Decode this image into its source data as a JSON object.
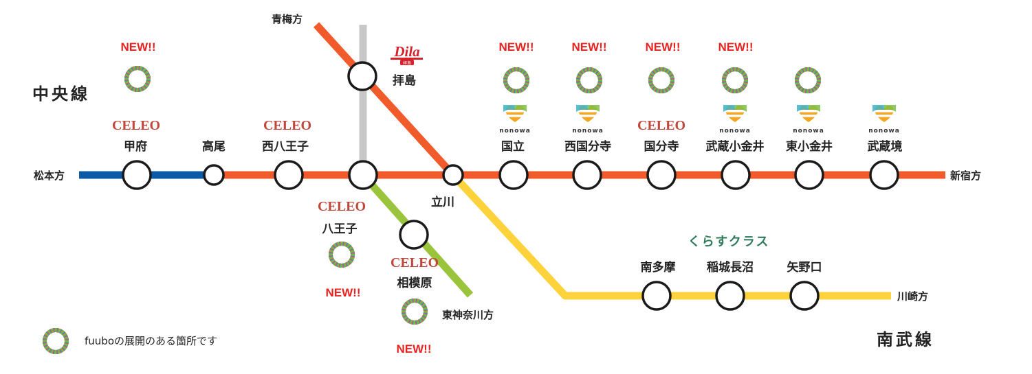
{
  "lines": {
    "chuo_name": "中央線",
    "nambu_name": "南武線"
  },
  "directions": {
    "matsumoto": "松本方",
    "shinjuku": "新宿方",
    "ome": "青梅方",
    "higashikanagawa": "東神奈川方",
    "kawasaki": "川崎方"
  },
  "stations": {
    "kofu": "甲府",
    "takao": "高尾",
    "nishihachioji": "西八王子",
    "hachioji": "八王子",
    "haijima": "拝島",
    "sagamihara": "相模原",
    "tachikawa": "立川",
    "kunitachi": "国立",
    "nishikokubunji": "西国分寺",
    "kokubunji": "国分寺",
    "musashikoganei": "武蔵小金井",
    "higashikoganei": "東小金井",
    "musashisakai": "武蔵境",
    "minamitama": "南多摩",
    "inagiaganuma": "稲城長沼",
    "yanokuchi": "矢野口"
  },
  "badges": {
    "new": "NEW!!",
    "celeo": "CELEO",
    "nonowa": "nonowa",
    "dila": "Dila",
    "dila_sub": "拝島",
    "kurasu": "くらすクラス"
  },
  "legend": {
    "text": "fuuboの展開のある箇所です"
  },
  "colors": {
    "chuo_orange": "#f15a2b",
    "chuo_blue": "#0b5aa8",
    "ome_gray": "#c8c8c8",
    "yokohama_green": "#9ac43c",
    "nambu_yellow": "#fdd23b",
    "new_red": "#e8231f",
    "celeo_red": "#c2473a"
  }
}
